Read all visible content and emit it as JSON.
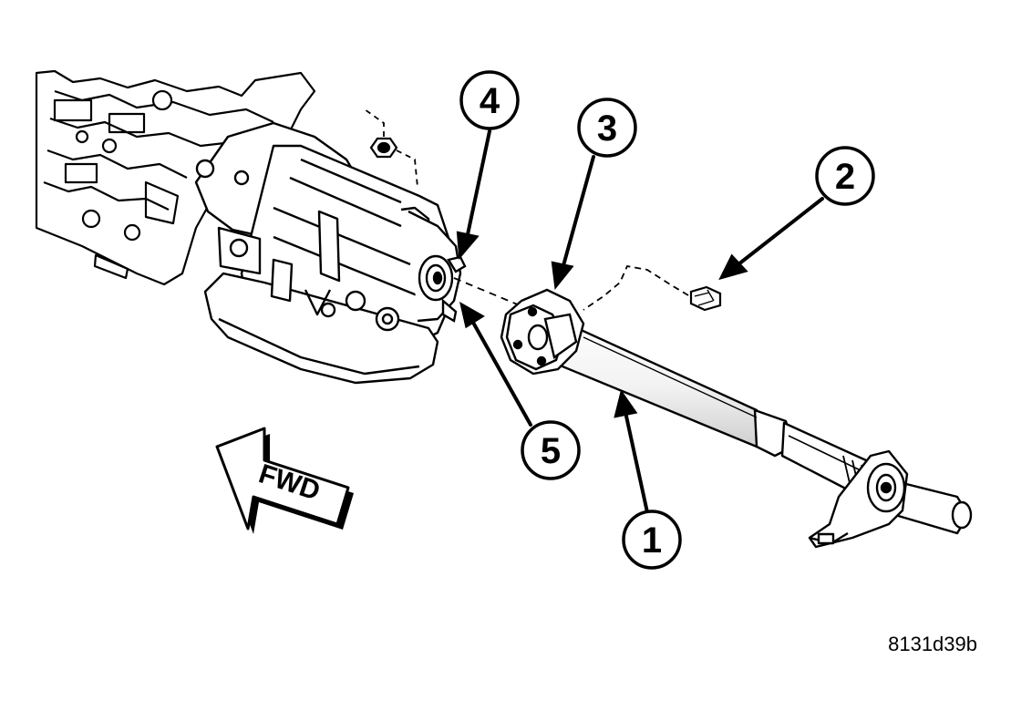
{
  "callouts": [
    {
      "number": "1",
      "part": "propeller shaft"
    },
    {
      "number": "2",
      "part": "bolt"
    },
    {
      "number": "3",
      "part": "shaft flange"
    },
    {
      "number": "4",
      "part": "reference mark"
    },
    {
      "number": "5",
      "part": "transmission output flange"
    }
  ],
  "fwd_label": "FWD",
  "figure_id": "8131d39b",
  "colors": {
    "ink": "#000000",
    "paper": "#ffffff",
    "shade": "#d9d9d9"
  }
}
